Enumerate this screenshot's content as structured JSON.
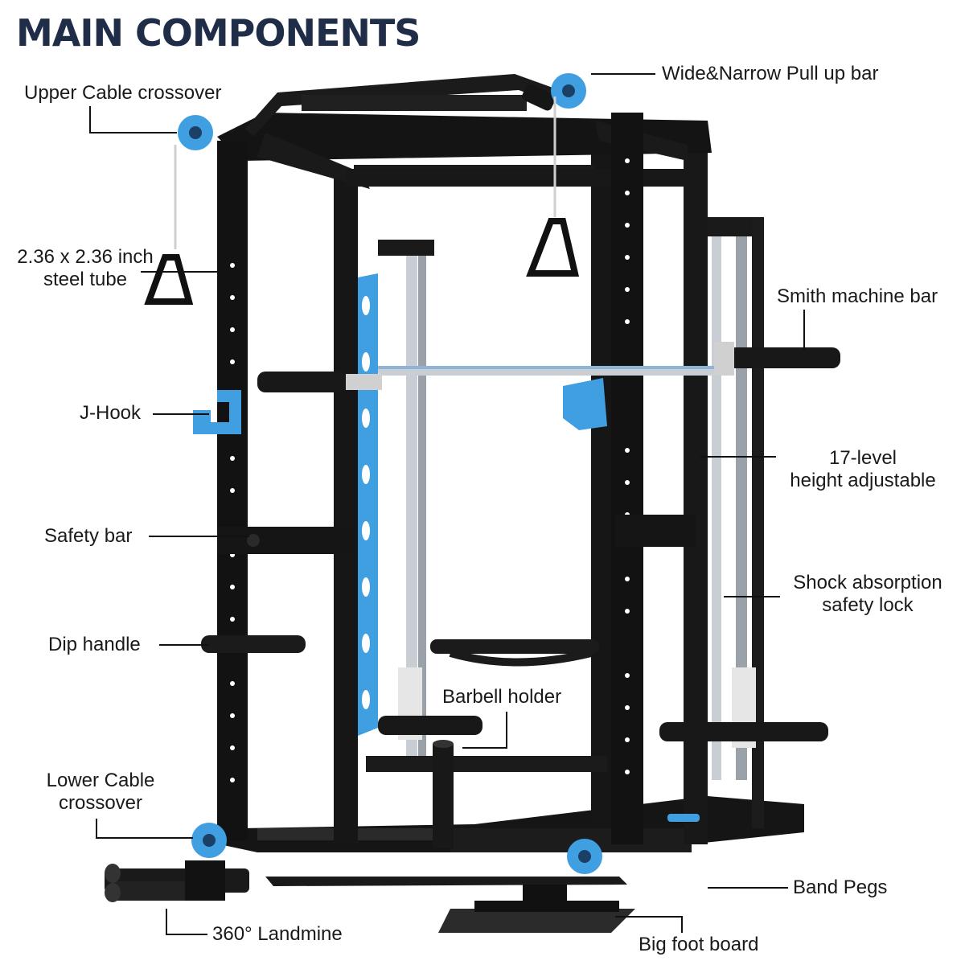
{
  "title": "MAIN COMPONENTS",
  "colors": {
    "title": "#1f2d48",
    "accent_blue": "#3f9fe0",
    "frame": "#141414",
    "chrome": "#c9ced4",
    "leader": "#111111"
  },
  "callouts": {
    "upper_cable": "Upper Cable crossover",
    "pullup_bar": "Wide&Narrow Pull up bar",
    "tube_line1": "2.36 x 2.36 inch",
    "tube_line2": "steel tube",
    "smith_bar": "Smith machine bar",
    "j_hook": "J-Hook",
    "height_line1": "17-level",
    "height_line2": "height adjustable",
    "safety_bar": "Safety bar",
    "shock_line1": "Shock absorption",
    "shock_line2": "safety lock",
    "dip_handle": "Dip handle",
    "barbell_holder": "Barbell holder",
    "lower_line1": "Lower Cable",
    "lower_line2": "crossover",
    "band_pegs": "Band Pegs",
    "landmine": "360° Landmine",
    "foot_board": "Big foot board"
  }
}
